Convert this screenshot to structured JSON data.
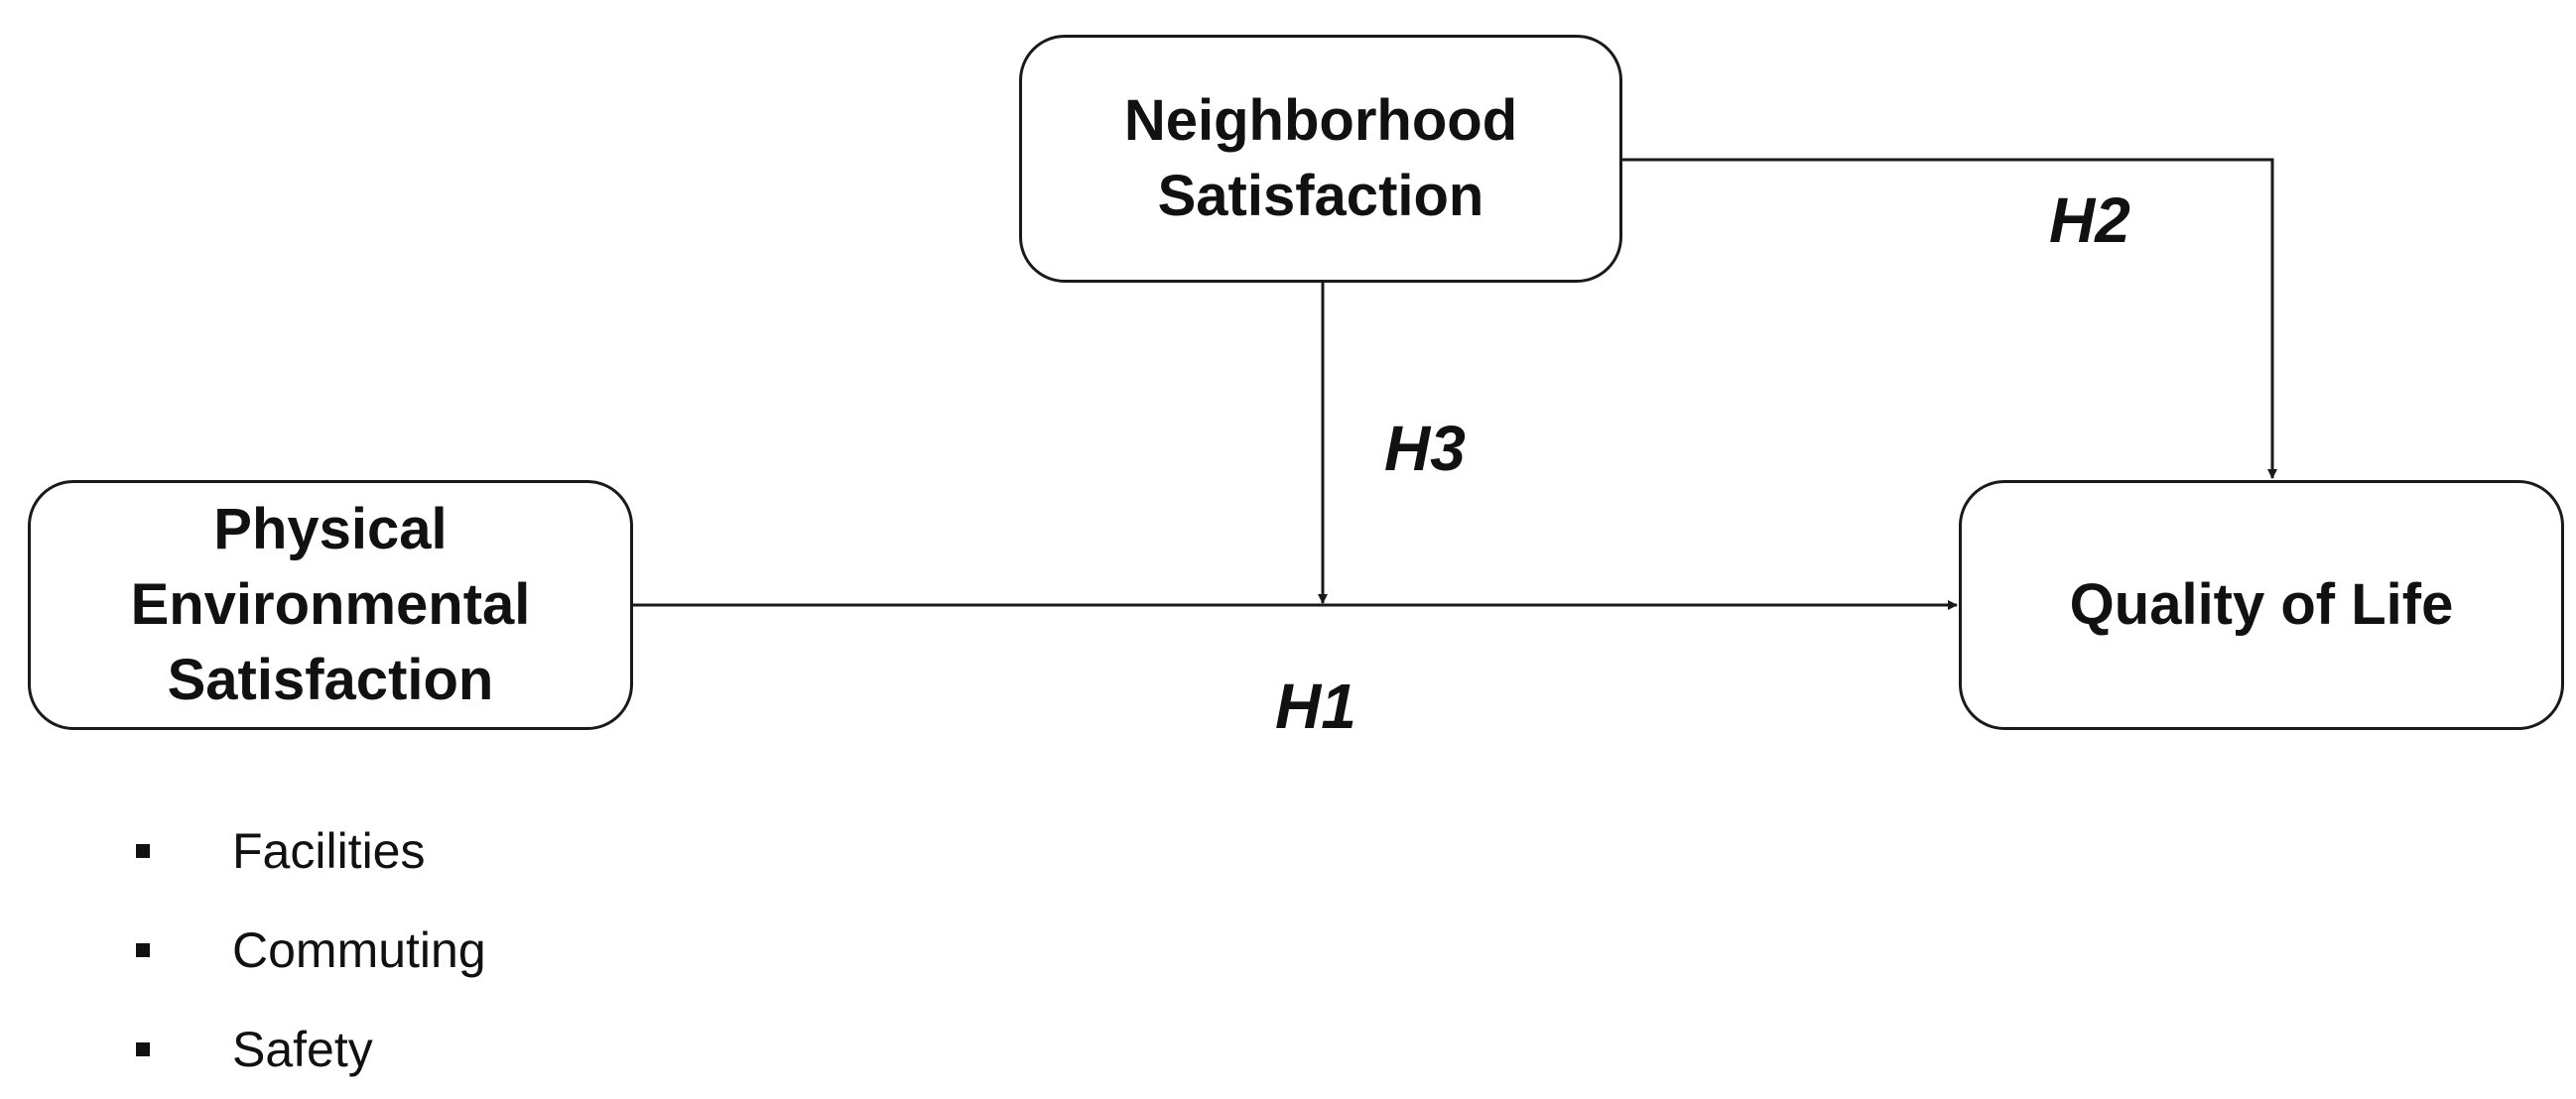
{
  "nodes": {
    "neighborhood": {
      "label": "Neighborhood\nSatisfaction"
    },
    "physical": {
      "label": "Physical\nEnvironmental\nSatisfaction"
    },
    "quality": {
      "label": "Quality of Life"
    }
  },
  "hypotheses": {
    "h1": "H1",
    "h2": "H2",
    "h3": "H3"
  },
  "physical_items": [
    "Facilities",
    "Commuting",
    "Safety"
  ]
}
